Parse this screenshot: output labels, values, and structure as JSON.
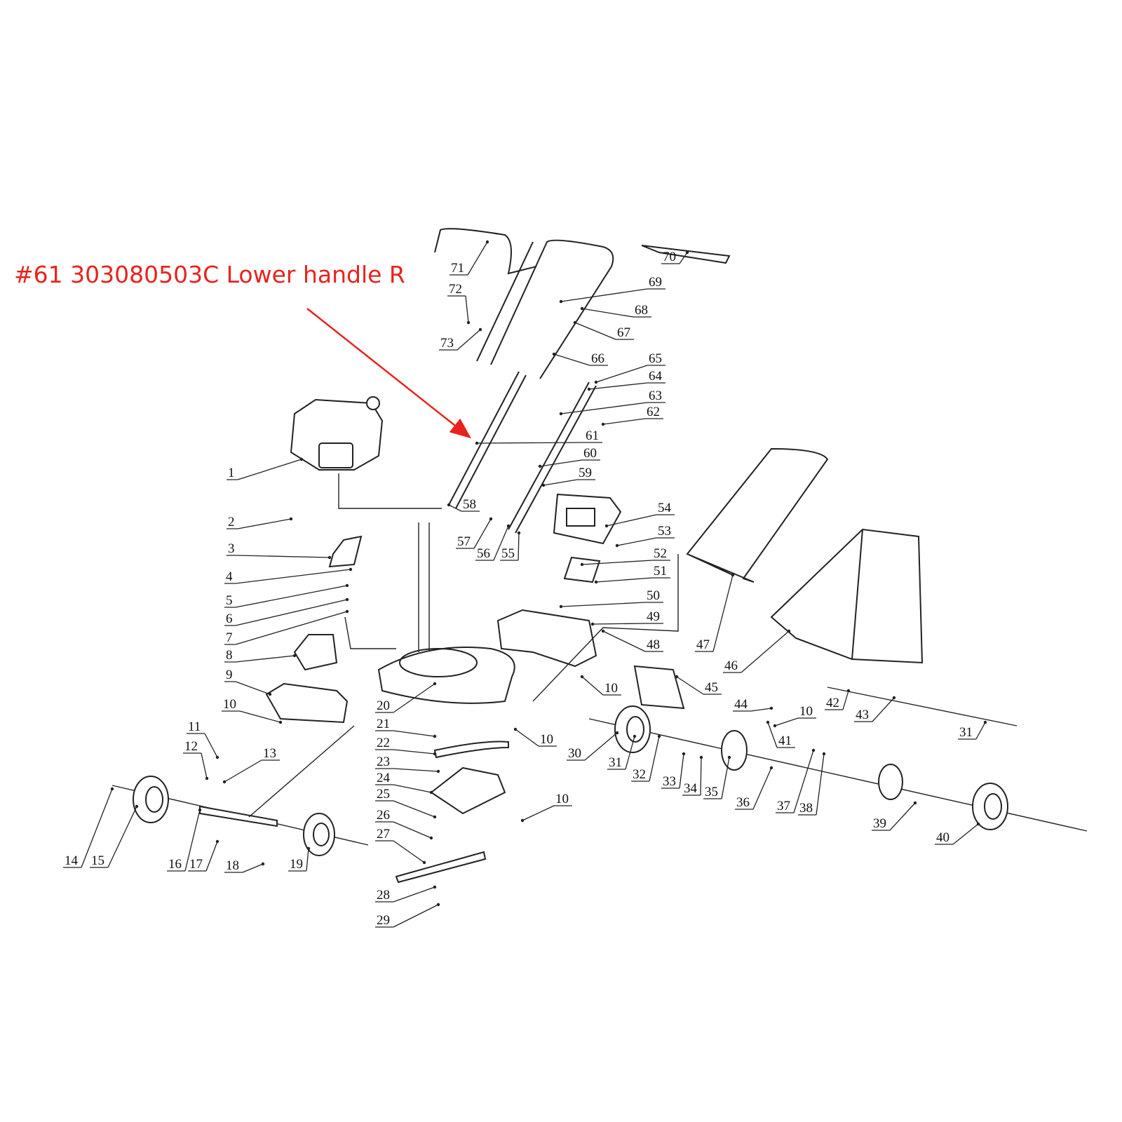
{
  "title": "#61 303080503C Lower handle R",
  "highlight_color": "#e8231f",
  "callouts": [
    "1",
    "2",
    "3",
    "4",
    "5",
    "6",
    "7",
    "8",
    "9",
    "10",
    "11",
    "12",
    "13",
    "14",
    "15",
    "16",
    "17",
    "18",
    "19",
    "20",
    "21",
    "22",
    "23",
    "24",
    "25",
    "26",
    "27",
    "28",
    "29",
    "10",
    "10",
    "30",
    "31",
    "32",
    "33",
    "34",
    "35",
    "36",
    "37",
    "38",
    "39",
    "40",
    "31",
    "41",
    "42",
    "43",
    "44",
    "10",
    "45",
    "46",
    "47",
    "48",
    "49",
    "50",
    "51",
    "52",
    "53",
    "54",
    "55",
    "56",
    "57",
    "58",
    "59",
    "60",
    "61",
    "62",
    "63",
    "64",
    "65",
    "66",
    "67",
    "68",
    "69",
    "70",
    "71",
    "72",
    "73",
    "10"
  ]
}
